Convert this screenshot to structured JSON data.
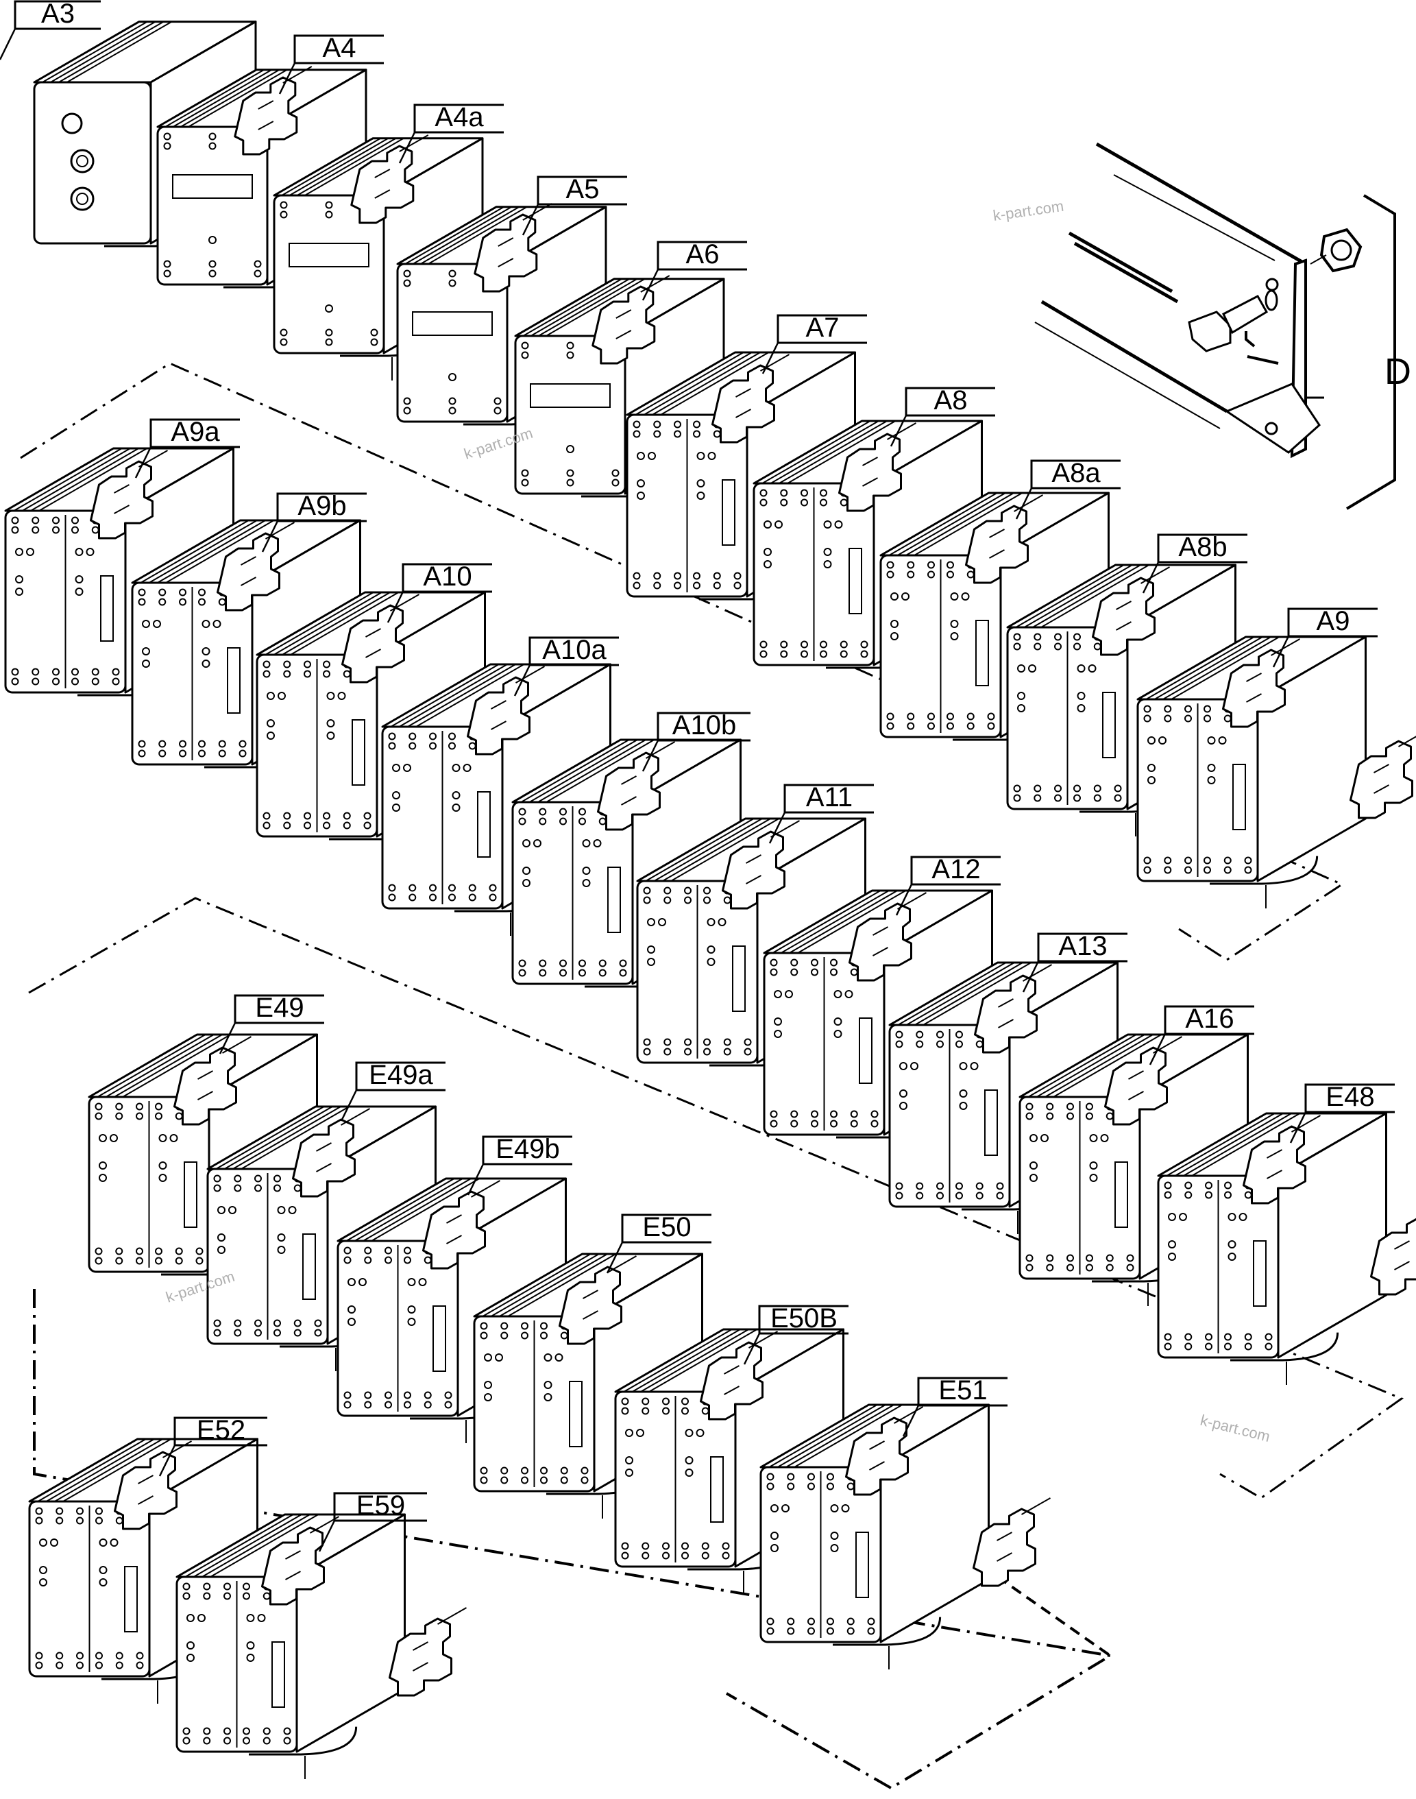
{
  "diagram": {
    "modules": [
      {
        "id": "A3",
        "type": "relay-a3"
      },
      {
        "id": "A4",
        "type": "relay-display"
      },
      {
        "id": "A4a",
        "type": "relay-display"
      },
      {
        "id": "A5",
        "type": "relay-display"
      },
      {
        "id": "A6",
        "type": "relay-display"
      },
      {
        "id": "A7",
        "type": "module"
      },
      {
        "id": "A8",
        "type": "module"
      },
      {
        "id": "A8a",
        "type": "module"
      },
      {
        "id": "A8b",
        "type": "module"
      },
      {
        "id": "A9",
        "type": "module"
      },
      {
        "id": "A9a",
        "type": "module"
      },
      {
        "id": "A9b",
        "type": "module"
      },
      {
        "id": "A10",
        "type": "module"
      },
      {
        "id": "A10a",
        "type": "module"
      },
      {
        "id": "A10b",
        "type": "module"
      },
      {
        "id": "A11",
        "type": "module"
      },
      {
        "id": "A12",
        "type": "module"
      },
      {
        "id": "A13",
        "type": "module"
      },
      {
        "id": "A16",
        "type": "module"
      },
      {
        "id": "E48",
        "type": "module"
      },
      {
        "id": "E49",
        "type": "module"
      },
      {
        "id": "E49a",
        "type": "module"
      },
      {
        "id": "E49b",
        "type": "module"
      },
      {
        "id": "E50",
        "type": "module"
      },
      {
        "id": "E50B",
        "type": "module"
      },
      {
        "id": "E51",
        "type": "module"
      },
      {
        "id": "E52",
        "type": "module"
      },
      {
        "id": "E59",
        "type": "module"
      }
    ],
    "detail_label": "D",
    "watermarks": [
      "k-part.com",
      "k-part.com",
      "k-part.com",
      "k-part.com"
    ]
  },
  "colors": {
    "line": "#000000",
    "watermark": "#b0b0b0",
    "background": "#ffffff"
  }
}
